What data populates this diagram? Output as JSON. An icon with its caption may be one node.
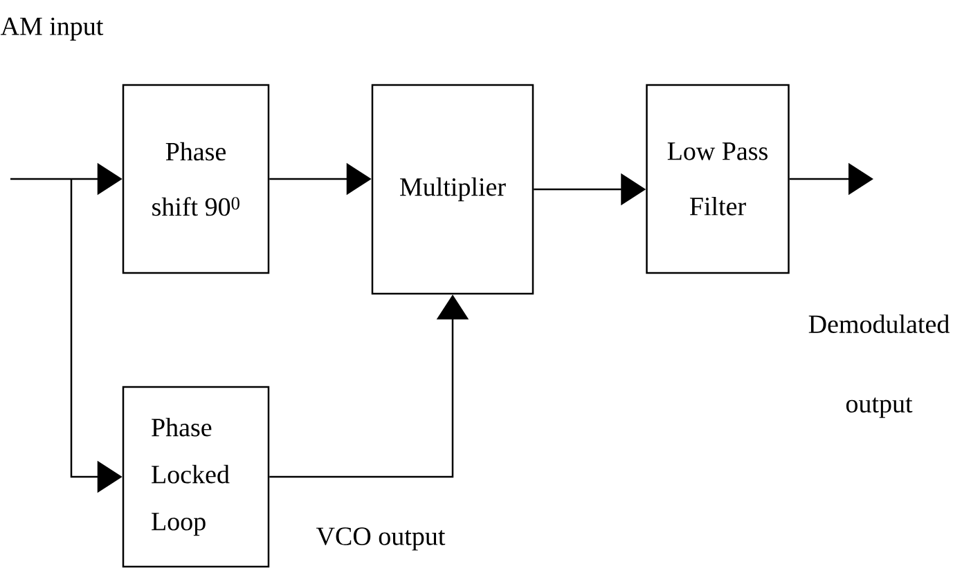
{
  "diagram": {
    "nodes": [
      {
        "text": [
          "Phase shift 90$^{0}$"
        ]
      },
      {
        "text": [
          "Multiplier"
        ]
      },
      {
        "text": [
          "Low Pass Filter"
        ]
      },
      {
        "text": [
          "Phase Locked Loop"
        ]
      }
    ],
    "edges": [
      {
        "from": null,
        "to": 0,
        "arrow": "to"
      },
      {
        "from": null,
        "to": 3,
        "arrow": "to"
      },
      {
        "from": 0,
        "to": 1,
        "arrow": "to"
      },
      {
        "from": 1,
        "to": 2,
        "arrow": "to"
      },
      {
        "from": 3,
        "to": 1,
        "arrow": "to",
        "label": "VCO output"
      },
      {
        "from": 2,
        "to": null,
        "arrow": "to"
      }
    ],
    "labels": [
      "AM input",
      "Demodulated output"
    ]
  }
}
